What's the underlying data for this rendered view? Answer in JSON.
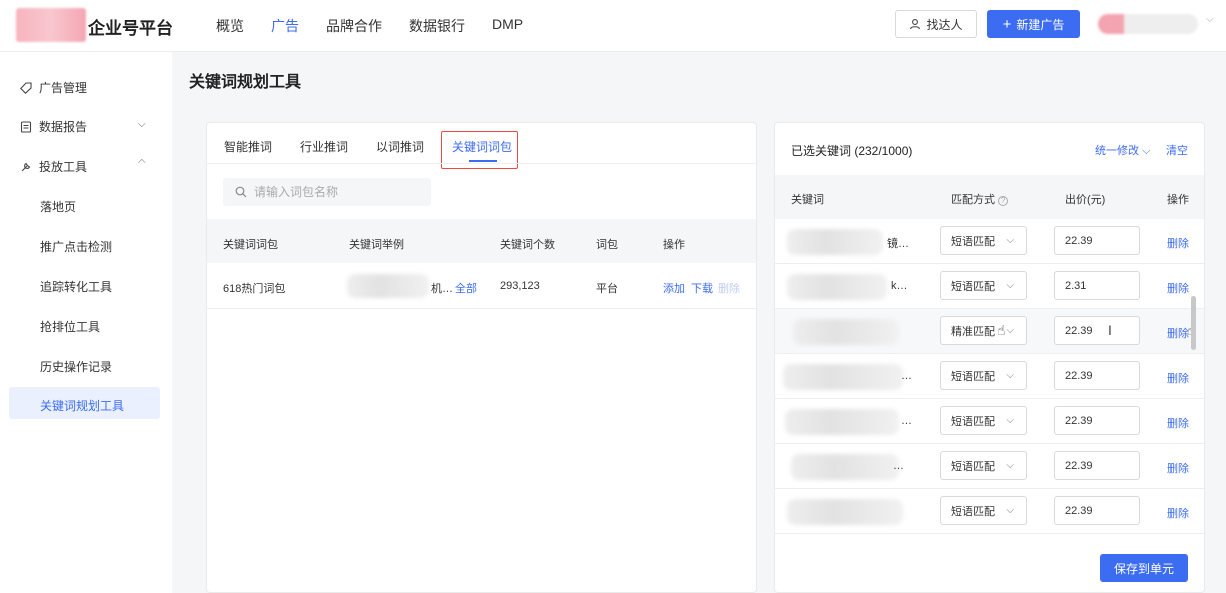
{
  "header": {
    "logo_text": "企业号平台",
    "nav": [
      "概览",
      "广告",
      "品牌合作",
      "数据银行",
      "DMP"
    ],
    "nav_active": "广告",
    "find_talent": "找达人",
    "new_ad": "新建广告"
  },
  "sidebar": {
    "ad_management": "广告管理",
    "data_report": "数据报告",
    "delivery_tools": "投放工具",
    "sub_items": [
      "落地页",
      "推广点击检测",
      "追踪转化工具",
      "抢排位工具",
      "历史操作记录",
      "关键词规划工具"
    ],
    "active": "关键词规划工具"
  },
  "page_title": "关键词规划工具",
  "left_panel": {
    "tabs": [
      "智能推词",
      "行业推词",
      "以词推词",
      "关键词词包"
    ],
    "active_tab": "关键词词包",
    "search_placeholder": "请输入词包名称",
    "columns": [
      "关键词词包",
      "关键词举例",
      "关键词个数",
      "词包",
      "操作"
    ],
    "rows": [
      {
        "package": "618热门词包",
        "example_suffix": "机…",
        "example_link": "全部",
        "count": "293,123",
        "source": "平台",
        "add": "添加",
        "download": "下载",
        "delete": "删除"
      }
    ]
  },
  "right_panel": {
    "title": "已选关键词 (232/1000)",
    "bulk_edit": "统一修改",
    "clear": "清空",
    "columns": [
      "关键词",
      "匹配方式",
      "出价(元)",
      "操作"
    ],
    "rows": [
      {
        "kw_suffix": "镜…",
        "match": "短语匹配",
        "bid": "22.39",
        "action": "删除"
      },
      {
        "kw_suffix": "k…",
        "match": "短语匹配",
        "bid": "2.31",
        "action": "删除"
      },
      {
        "kw_suffix": "",
        "match": "精准匹配",
        "bid": "22.39",
        "action": "删除"
      },
      {
        "kw_suffix": "…",
        "match": "短语匹配",
        "bid": "22.39",
        "action": "删除"
      },
      {
        "kw_suffix": "…",
        "match": "短语匹配",
        "bid": "22.39",
        "action": "删除"
      },
      {
        "kw_suffix": "…",
        "match": "短语匹配",
        "bid": "22.39",
        "action": "删除"
      },
      {
        "kw_suffix": "",
        "match": "短语匹配",
        "bid": "22.39",
        "action": "删除"
      }
    ],
    "save": "保存到单元"
  },
  "colors": {
    "primary": "#3c6cf2",
    "highlight": "#e94b40"
  }
}
